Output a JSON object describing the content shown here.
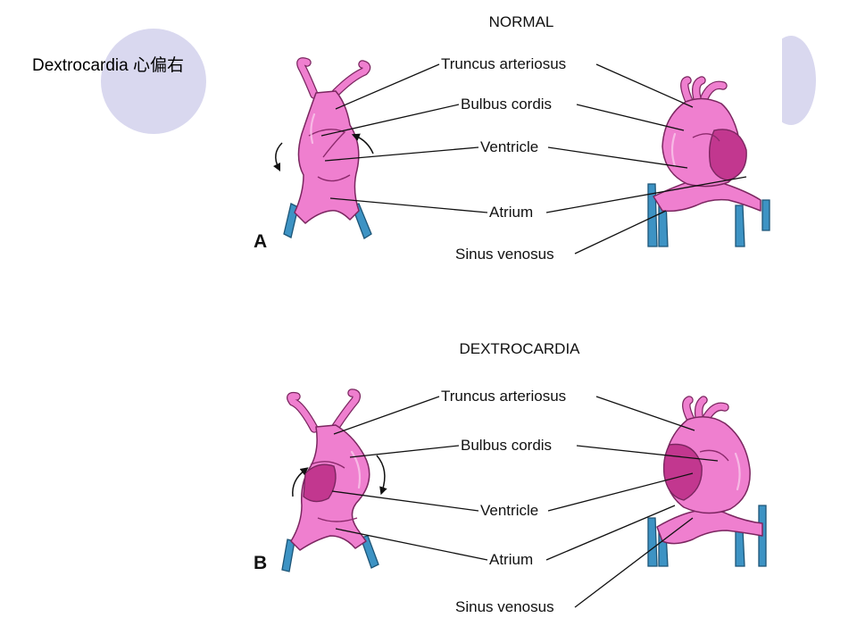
{
  "slide": {
    "title": "Dextrocardia 心偏右"
  },
  "panel_a": {
    "heading": "NORMAL",
    "letter": "A",
    "labels": {
      "truncus": "Truncus arteriosus",
      "bulbus": "Bulbus cordis",
      "ventricle": "Ventricle",
      "atrium": "Atrium",
      "sinus": "Sinus venosus"
    }
  },
  "panel_b": {
    "heading": "DEXTROCARDIA",
    "letter": "B",
    "labels": {
      "truncus": "Truncus arteriosus",
      "bulbus": "Bulbus cordis",
      "ventricle": "Ventricle",
      "atrium": "Atrium",
      "sinus": "Sinus venosus"
    }
  },
  "colors": {
    "heart_tube": "#ef7fcf",
    "veins": "#3d93c4",
    "decor": "#d9d8ef"
  }
}
